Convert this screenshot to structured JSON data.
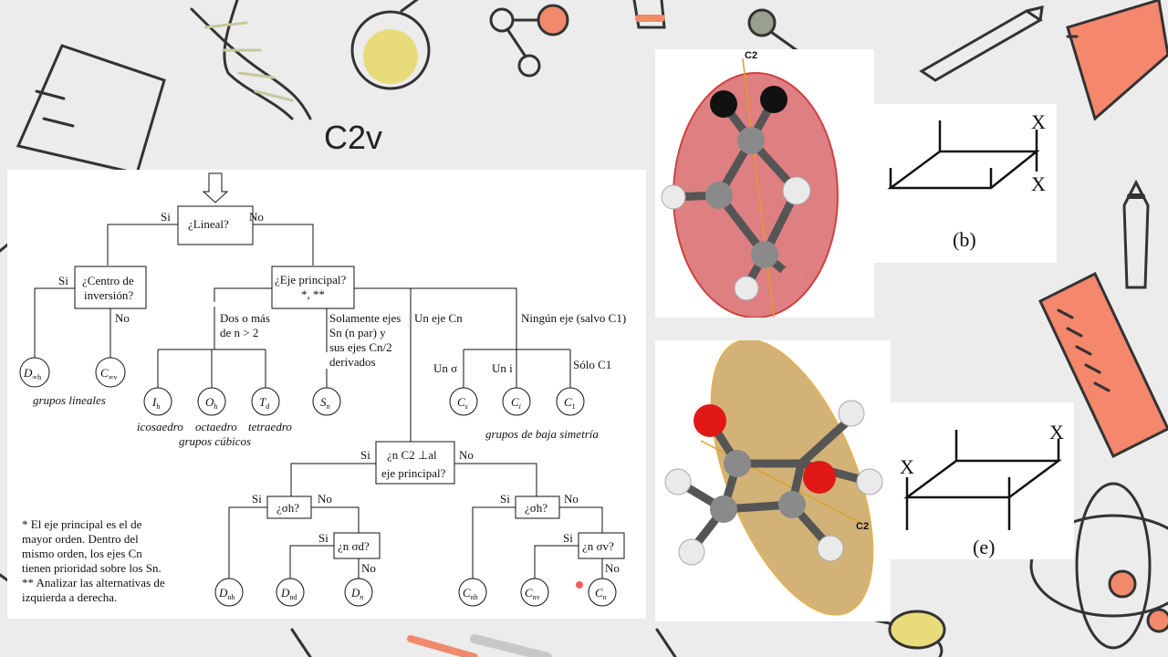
{
  "slide": {
    "title": "C2v"
  },
  "flowchart": {
    "start_label": "¿Lineal?",
    "lineal_yes": "Si",
    "lineal_no": "No",
    "inversion_l1": "¿Centro de",
    "inversion_l2": "inversión?",
    "inversion_yes": "Si",
    "inversion_no": "No",
    "dinf_main": "D",
    "dinf_sub": "∞h",
    "cinf_main": "C",
    "cinf_sub": "∞v",
    "lineal_group": "grupos lineales",
    "principal_l1": "¿Eje principal?",
    "principal_l2": "*, **",
    "branch_many_l1": "Dos o más",
    "branch_many_l2": "de n > 2",
    "branch_sn_l1": "Solamente ejes",
    "branch_sn_l2": "Sn (n  par) y",
    "branch_sn_l3": "sus ejes Cn/2",
    "branch_sn_l4": "derivados",
    "branch_cn": "Un eje Cn",
    "branch_none": "Ningún eje (salvo C1)",
    "ih_main": "I",
    "ih_sub": "h",
    "oh_main": "O",
    "oh_sub": "h",
    "td_main": "T",
    "td_sub": "d",
    "sn_main": "S",
    "sn_sub": "n",
    "name_ico": "icosaedro",
    "name_oct": "octaedro",
    "name_tet": "tetraedro",
    "cubic_group": "grupos cúbicos",
    "low_sigma": "Un σ",
    "low_i": "Un i",
    "low_c1": "Sólo C1",
    "cs_main": "C",
    "cs_sub": "s",
    "ci_main": "C",
    "ci_sub": "i",
    "c1_main": "C",
    "c1_sub": "1",
    "low_group": "grupos de baja simetría",
    "perp_l1": "¿n C2 ⊥al",
    "perp_l2": "eje principal?",
    "perp_yes": "Si",
    "perp_no": "No",
    "sh_label": "¿σh?",
    "sh_yes": "Si",
    "sh_no": "No",
    "sd_label": "¿n σd?",
    "sd_yes": "Si",
    "sd_no": "No",
    "sh2_label": "¿σh?",
    "sh2_yes": "Si",
    "sh2_no": "No",
    "sv_label": "¿n σv?",
    "sv_yes": "Si",
    "sv_no": "No",
    "dnh_main": "D",
    "dnh_sub": "nh",
    "dnd_main": "D",
    "dnd_sub": "nd",
    "dn_main": "D",
    "dn_sub": "n",
    "cnh_main": "C",
    "cnh_sub": "nh",
    "cnv_main": "C",
    "cnv_sub": "nv",
    "cn_main": "C",
    "cn_sub": "n",
    "note1": "* El eje principal es el de",
    "note2": "mayor orden. Dentro del",
    "note3": "mismo orden, los ejes Cn",
    "note4": "tienen prioridad sobre los Sn.",
    "note5": "** Analizar las alternativas de",
    "note6": "izquierda a derecha."
  },
  "molecule_b": {
    "axis_label": "C2",
    "caption": "(b)",
    "x_top": "X",
    "x_bottom": "X"
  },
  "molecule_e": {
    "axis_label": "C2",
    "caption": "(e)",
    "x_left": "X",
    "x_right": "X"
  }
}
